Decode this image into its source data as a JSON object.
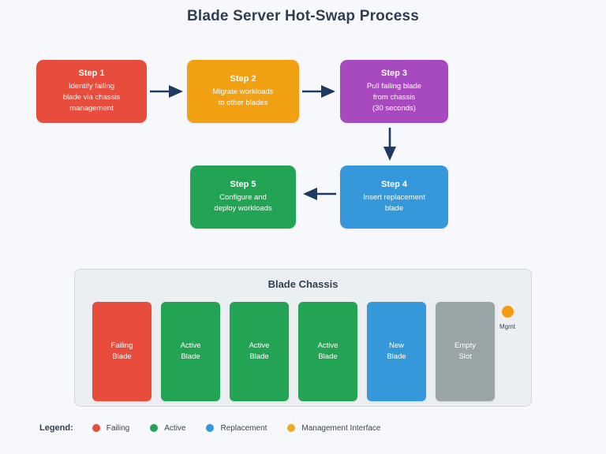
{
  "page": {
    "title": "Blade Server Hot-Swap Process",
    "background": "#f7f8fc"
  },
  "flow": {
    "steps": [
      {
        "id": "step-1",
        "title": "Step 1",
        "lines": [
          "Identify failing",
          "blade via chassis",
          "management"
        ],
        "color": "#e74c3c"
      },
      {
        "id": "step-2",
        "title": "Step 2",
        "lines": [
          "Migrate workloads",
          "to other blades"
        ],
        "color": "#f0a010"
      },
      {
        "id": "step-3",
        "title": "Step 3",
        "lines": [
          "Pull failing blade",
          "from chassis",
          "(30 seconds)"
        ],
        "color": "#a74ac0"
      },
      {
        "id": "step-4",
        "title": "Step 4",
        "lines": [
          "Insert replacement",
          "blade"
        ],
        "color": "#3498db"
      },
      {
        "id": "step-5",
        "title": "Step 5",
        "lines": [
          "Configure and",
          "deploy workloads"
        ],
        "color": "#23a455"
      }
    ],
    "arrow_color": "#1f3a5f",
    "arrows": [
      {
        "name": "arrow-step1-to-step2",
        "direction": "right"
      },
      {
        "name": "arrow-step2-to-step3",
        "direction": "right"
      },
      {
        "name": "arrow-step3-to-step4",
        "direction": "down"
      },
      {
        "name": "arrow-step4-to-step5",
        "direction": "left"
      }
    ]
  },
  "chassis": {
    "title": "Blade Chassis",
    "panel_color": "#eceff1",
    "border_color": "#cfd8dc",
    "blades": [
      {
        "lines": [
          "Failing",
          "Blade"
        ],
        "color": "#e74c3c"
      },
      {
        "lines": [
          "Active",
          "Blade"
        ],
        "color": "#23a455"
      },
      {
        "lines": [
          "Active",
          "Blade"
        ],
        "color": "#23a455"
      },
      {
        "lines": [
          "Active",
          "Blade"
        ],
        "color": "#23a455"
      },
      {
        "lines": [
          "New",
          "Blade"
        ],
        "color": "#3498db"
      },
      {
        "lines": [
          "Empty",
          "Slot"
        ],
        "color": "#9aa5a8"
      }
    ],
    "management": {
      "label": "Mgmt",
      "color": "#f39c12"
    }
  },
  "legend": {
    "label": "Legend:",
    "items": [
      {
        "text": "Failing",
        "color": "#e74c3c"
      },
      {
        "text": "Active",
        "color": "#23a455"
      },
      {
        "text": "Replacement",
        "color": "#3498db"
      },
      {
        "text": "Management Interface",
        "color": "#f0a81e"
      }
    ]
  }
}
